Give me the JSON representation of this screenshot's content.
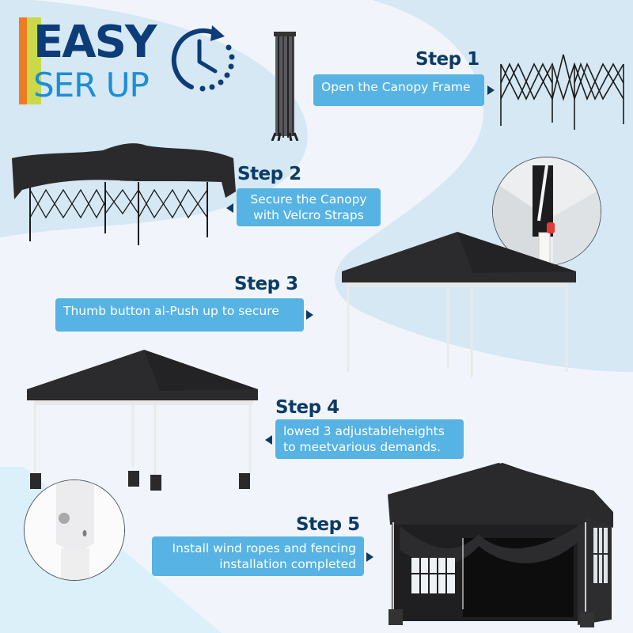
{
  "title": {
    "line1": "EASY",
    "line2": "SER UP",
    "icon": "clock-refresh-icon"
  },
  "steps": [
    {
      "heading": "Step 1",
      "text": "Open the Canopy Frame",
      "arrow": "right"
    },
    {
      "heading": "Step 2",
      "text_line1": "Secure the Canopy",
      "text_line2": "with Velcro Straps",
      "arrow": "left"
    },
    {
      "heading": "Step 3",
      "text": "Thumb button al-Push up to secure",
      "arrow": "right"
    },
    {
      "heading": "Step 4",
      "text_line1": "lowed 3 adjustableheights",
      "text_line2": "to meetvarious demands.",
      "arrow": "left"
    },
    {
      "heading": "Step 5",
      "text_line1": "Install wind ropes and fencing",
      "text_line2": "installation completed",
      "arrow": "right"
    }
  ],
  "colors": {
    "heading": "#0c3a66",
    "label_bg": "#56b3e3",
    "title_dark": "#0d3d78",
    "title_light": "#1d8dd6",
    "accent_orange": "#ef7a1f",
    "accent_lime": "#c9d94a",
    "bg_light": "#f1f5fb",
    "bg_blue": "#d4e7f2",
    "canopy": "#2a2a2c"
  }
}
